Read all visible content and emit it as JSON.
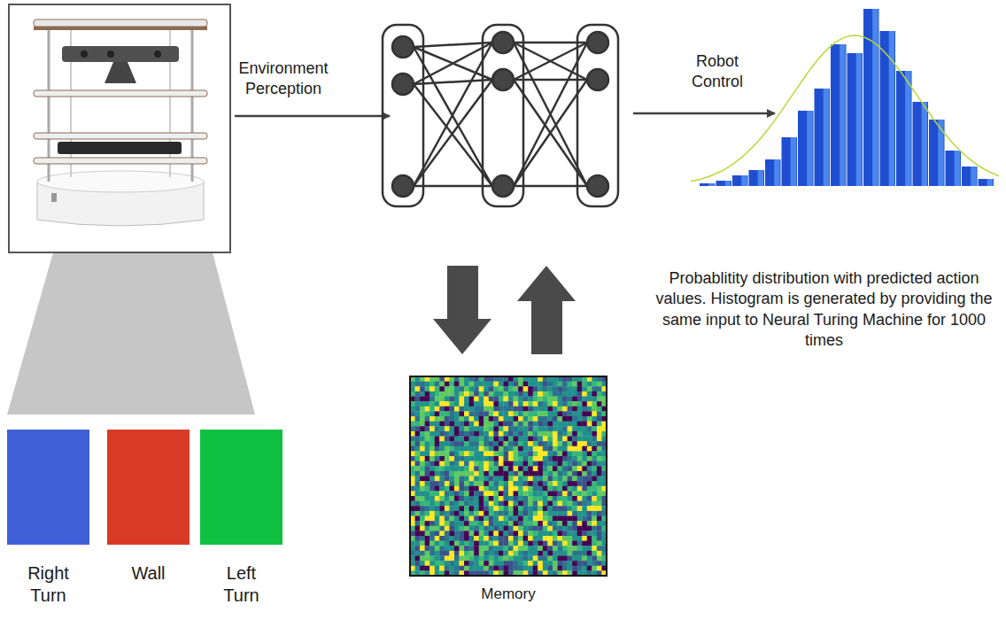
{
  "diagram": {
    "nodes": [
      {
        "text": [
          "Right Turn"
        ]
      },
      {
        "text": [
          "Wall"
        ]
      },
      {
        "text": [
          "Left Turn"
        ]
      },
      {
        "text": [
          "Memory"
        ]
      }
    ],
    "labels": [
      "Environment Perception",
      "Robot Control",
      "Probablitity distribution with predicted action values. Histogram is generated by providing the same input to Neural Turing Machine for 1000 times"
    ]
  }
}
